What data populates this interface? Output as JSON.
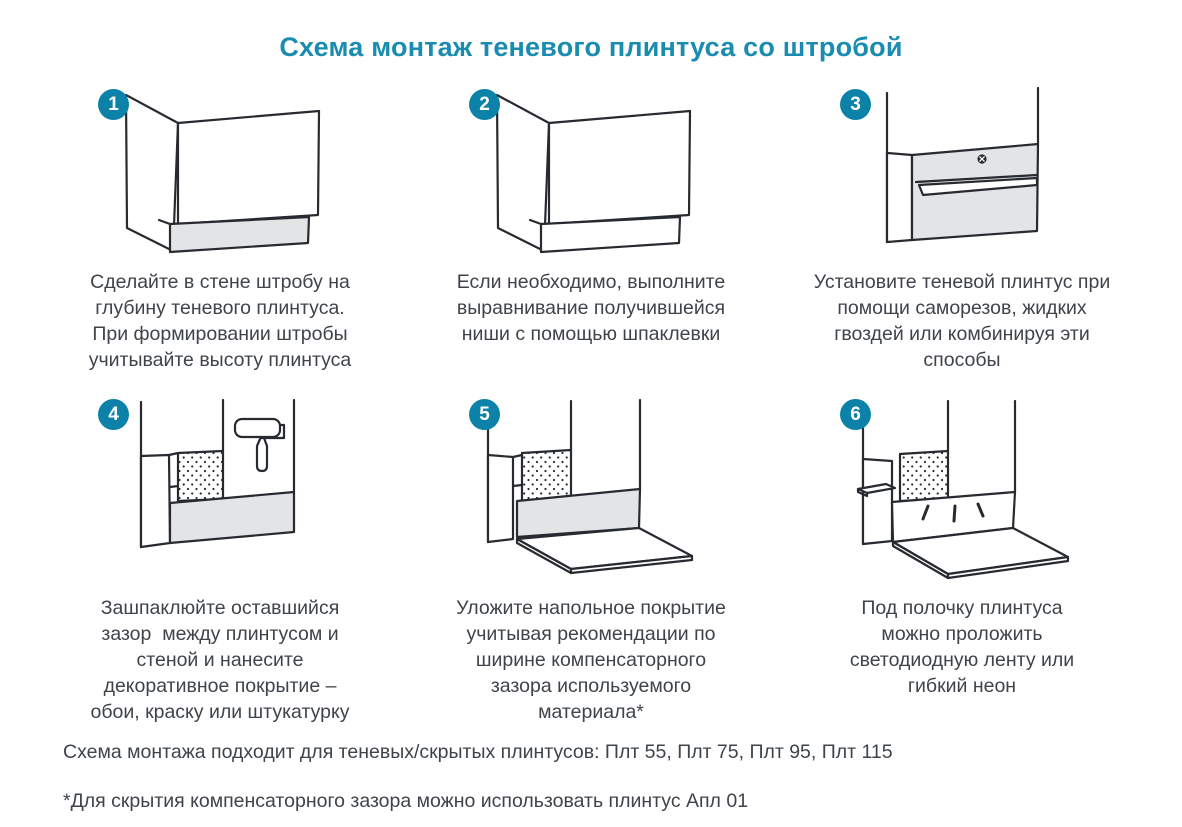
{
  "title": "Схема монтаж теневого плинтуса со штробой",
  "colors": {
    "accent_title": "#1a8cb0",
    "badge": "#0d82a8",
    "line": "#272b30",
    "fill_gray": "#e3e4e6",
    "text": "#3e444a"
  },
  "steps": [
    {
      "number": "1",
      "illustration": "wall-corner-with-groove",
      "caption": "Сделайте в стене штробу на\nглубину теневого плинтуса.\nПри формировании штробы\nучитывайте высоту плинтуса"
    },
    {
      "number": "2",
      "illustration": "wall-corner-leveled-niche",
      "caption": "Если необходимо, выполните\nвыравнивание получившейся\nниши с помощью шпаклевки"
    },
    {
      "number": "3",
      "illustration": "plinth-fixed-with-screw",
      "caption": "Установите теневой плинтус при\nпомощи саморезов, жидких\nгвоздей или комбинируя эти\nспособы"
    },
    {
      "number": "4",
      "illustration": "spackle-and-decor-coating",
      "caption": "Зашпаклюйте оставшийся\nзазор  между плинтусом и\nстеной и нанесите\nдекоративное покрытие –\nобои, краску или штукатурку"
    },
    {
      "number": "5",
      "illustration": "floor-covering-laid",
      "caption": "Уложите напольное покрытие\nучитывая рекомендации по\nширине компенсаторного\nзазора используемого\nматериала*"
    },
    {
      "number": "6",
      "illustration": "led-strip-under-plinth-shelf",
      "caption": "Под полочку плинтуса\nможно проложить\nсветодиодную ленту или\nгибкий неон"
    }
  ],
  "icons": [
    "screw-icon",
    "paint-roller-icon",
    "shelf-bracket-icon",
    "led-light-rays-icon"
  ],
  "notes": [
    "Схема монтажа подходит для теневых/скрытых плинтусов: Плт 55, Плт 75, Плт 95, Плт 115",
    "*Для скрытия компенсаторного зазора можно использовать плинтус Апл 01"
  ]
}
